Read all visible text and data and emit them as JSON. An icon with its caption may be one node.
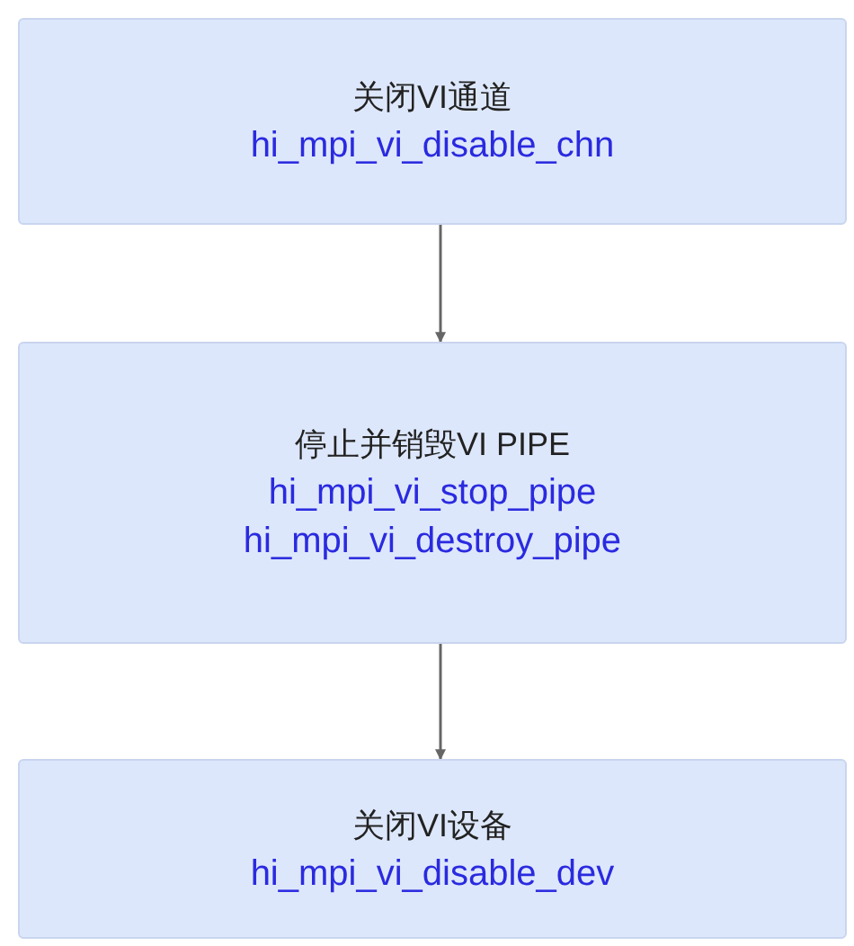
{
  "diagram": {
    "nodes": [
      {
        "text": [
          "关闭VI通道",
          "hi_mpi_vi_disable_chn"
        ]
      },
      {
        "text": [
          "停止并销毁VI PIPE",
          "hi_mpi_vi_stop_pipe",
          "hi_mpi_vi_destroy_pipe"
        ]
      },
      {
        "text": [
          "关闭VI设备",
          "hi_mpi_vi_disable_dev"
        ]
      }
    ],
    "edges": [
      {
        "from": 0,
        "to": 1,
        "arrow": "to"
      },
      {
        "from": 1,
        "to": 2,
        "arrow": "to"
      }
    ]
  }
}
